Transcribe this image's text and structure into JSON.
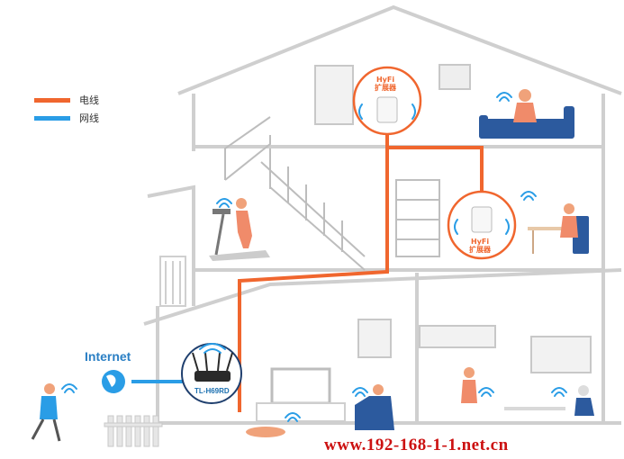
{
  "legend": {
    "power_line": {
      "label": "电线",
      "color": "#f0662e"
    },
    "network_line": {
      "label": "网线",
      "color": "#2a9de6"
    }
  },
  "internet_label": "Internet",
  "router": {
    "model": "TL-H69RD"
  },
  "extenders": [
    {
      "brand": "HyFi",
      "name": "扩展器"
    },
    {
      "brand": "HyFi",
      "name": "扩展器"
    }
  ],
  "watermark": "www.192-168-1-1.net.cn",
  "colors": {
    "outline": "#c8c8c8",
    "wall": "#e9e9e9",
    "wifi": "#2a9de6",
    "accent": "#f0662e"
  },
  "icons": [
    "globe-icon",
    "wifi-icon",
    "router-icon",
    "extender-icon",
    "person-icon"
  ]
}
